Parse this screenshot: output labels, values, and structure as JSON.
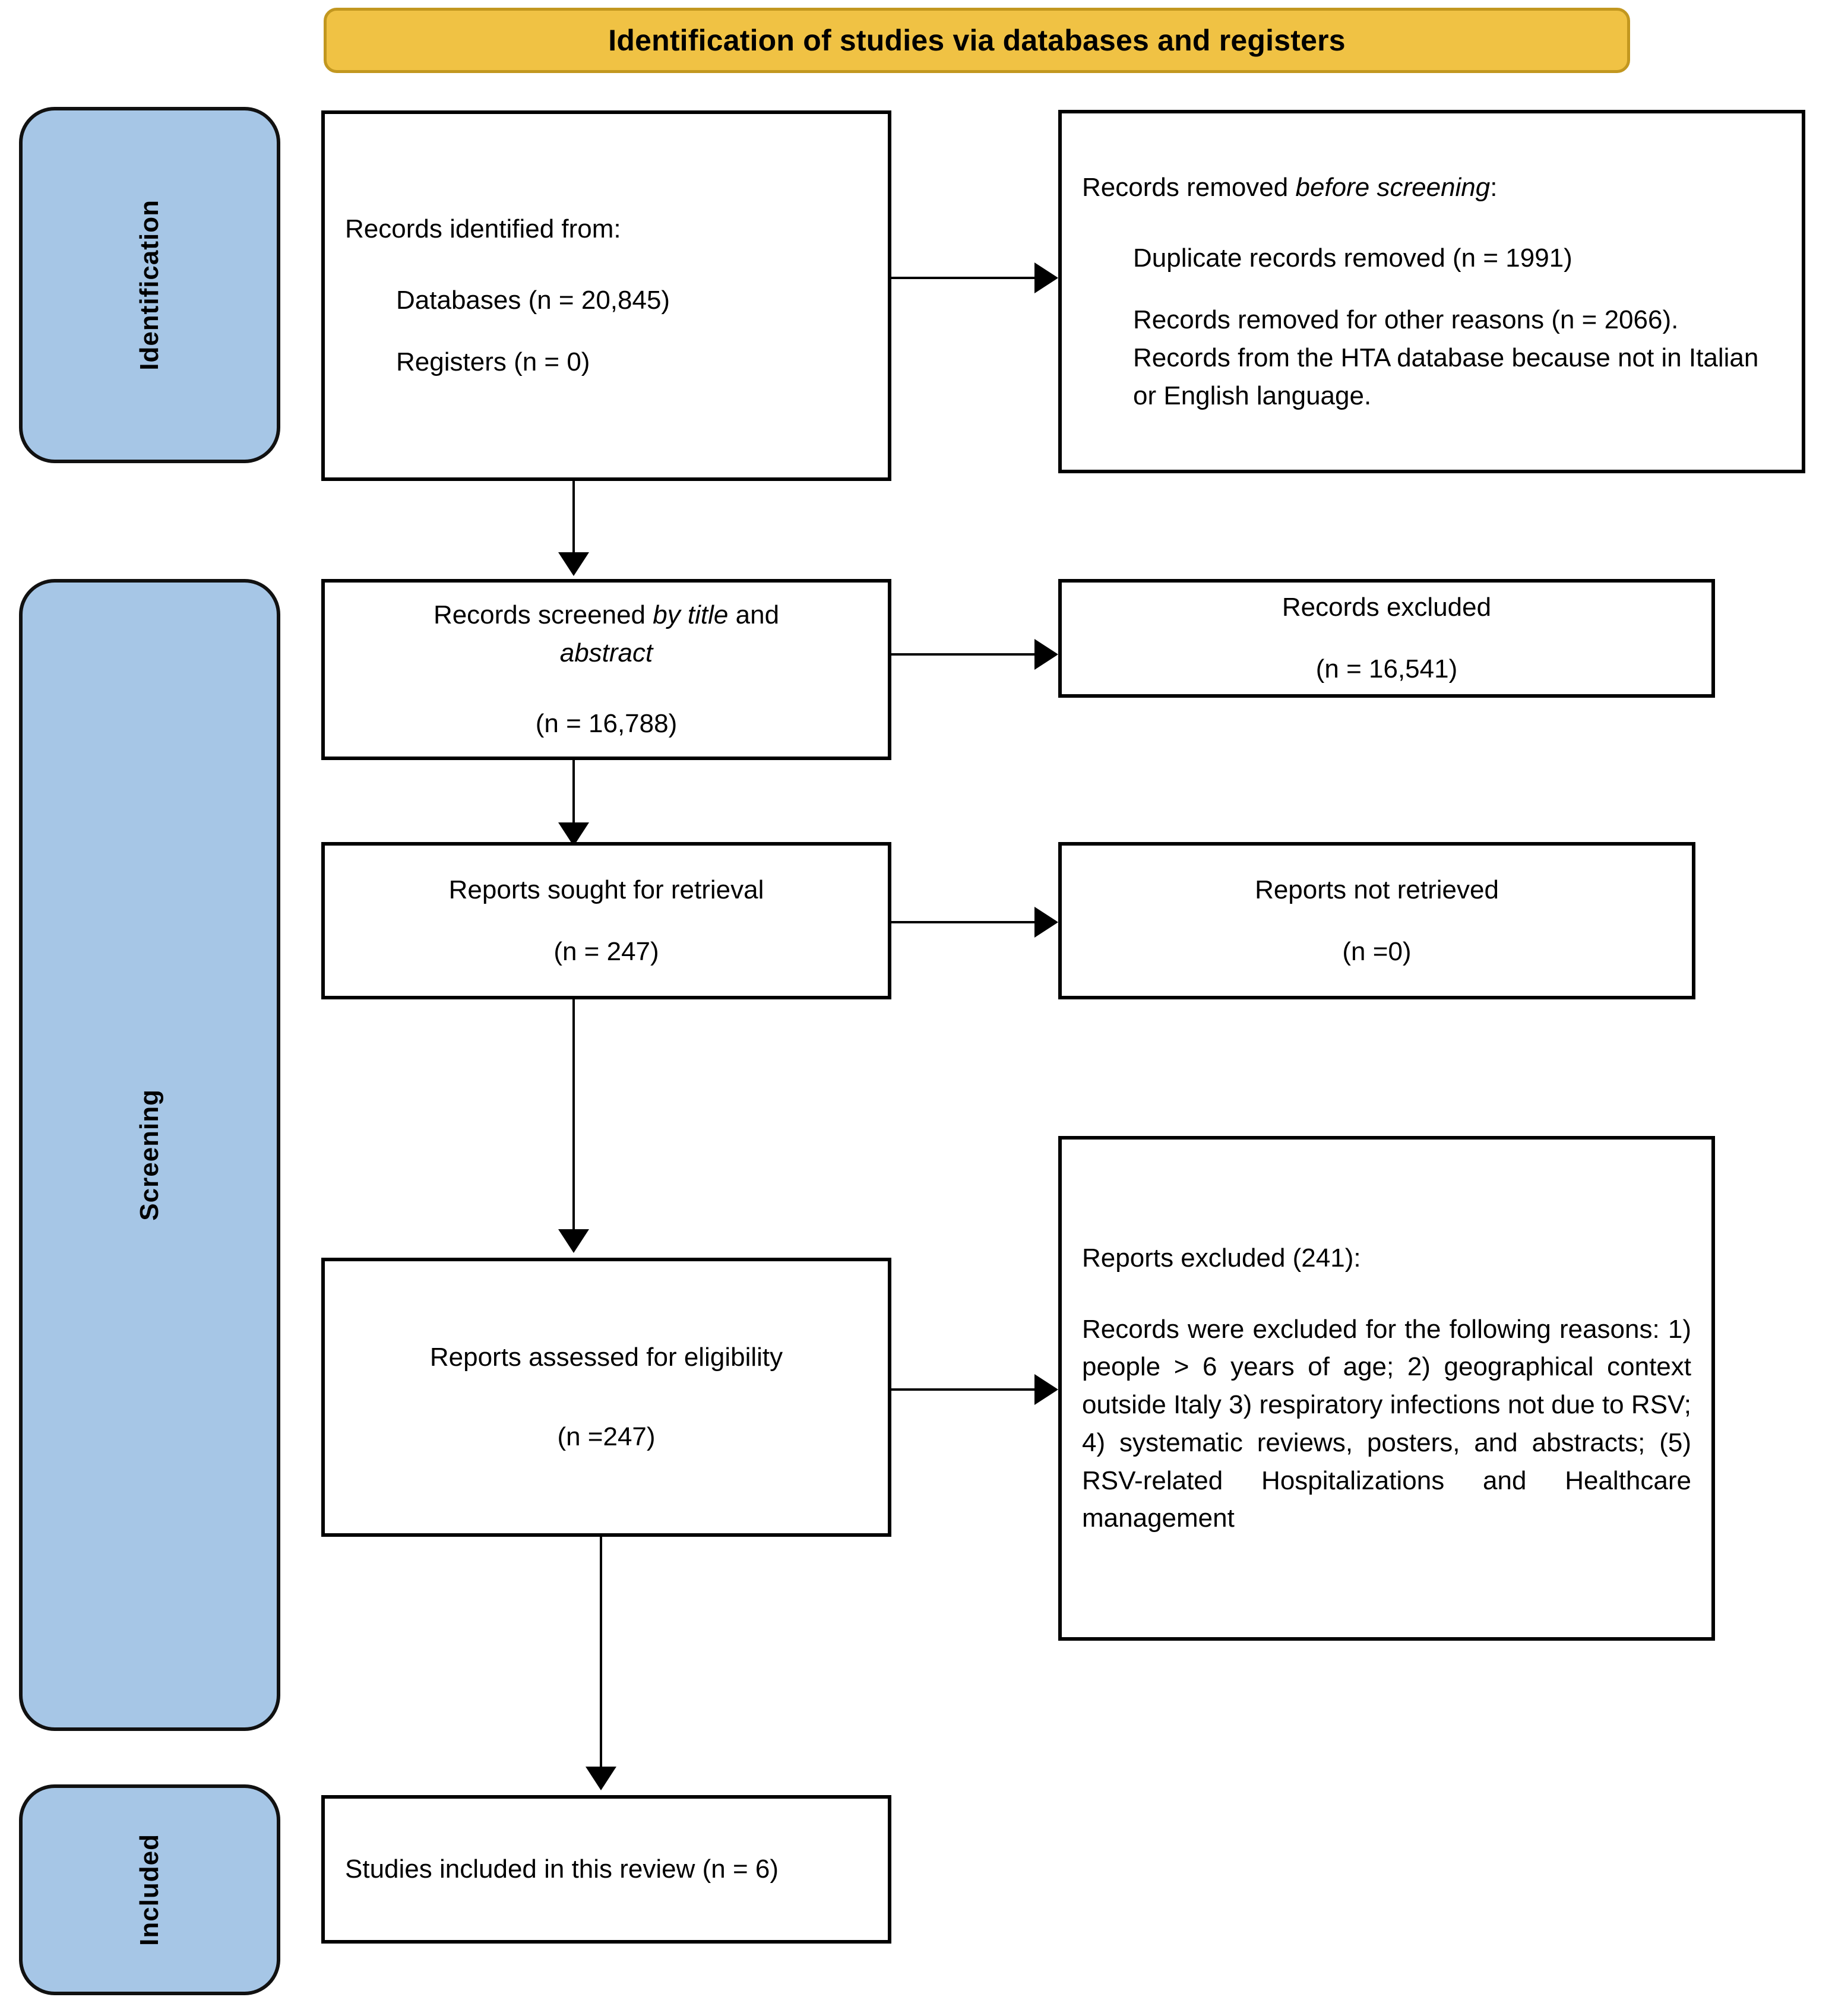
{
  "banner": {
    "title": "Identification of studies via databases and registers"
  },
  "stages": [
    {
      "id": "identification",
      "label": "Identification"
    },
    {
      "id": "screening",
      "label": "Screening"
    },
    {
      "id": "included",
      "label": "Included"
    }
  ],
  "boxes": {
    "records_identified": {
      "heading": "Records identified from:",
      "line_databases": "Databases (n = 20,845)",
      "line_registers": "Registers (n = 0)"
    },
    "records_removed": {
      "heading_prefix": "Records removed ",
      "heading_italic": "before screening",
      "heading_suffix": ":",
      "line_duplicates": "Duplicate records removed (n = 1991)",
      "line_other": "Records removed for other reasons (n = 2066). Records from the HTA database because not in Italian or English language."
    },
    "records_screened": {
      "line1_prefix": "Records screened ",
      "line1_italic": "by title",
      "line1_suffix": " and",
      "line2_italic": "abstract",
      "count": "(n = 16,788)"
    },
    "records_excluded": {
      "heading": "Records excluded",
      "count": "(n = 16,541)"
    },
    "reports_sought": {
      "heading": "Reports sought for retrieval",
      "count": "(n = 247)"
    },
    "reports_not_retrieved": {
      "heading": "Reports not retrieved",
      "count": "(n =0)"
    },
    "reports_assessed": {
      "heading": "Reports assessed for eligibility",
      "count": "(n =247)"
    },
    "reports_excluded": {
      "heading": "Reports excluded (241):",
      "body": "Records were excluded for the following reasons: 1) people > 6 years of age; 2) geographical context outside Italy 3) respiratory infections not due to RSV; 4) systematic reviews, posters, and abstracts; (5) RSV-related Hospitalizations and Healthcare management"
    },
    "studies_included": {
      "text": "Studies included in this review (n = 6)"
    }
  },
  "colors": {
    "banner_fill": "#F0C244",
    "banner_border": "#C2971F",
    "stage_fill": "#A6C6E6",
    "box_border": "#000000",
    "text": "#000000"
  }
}
